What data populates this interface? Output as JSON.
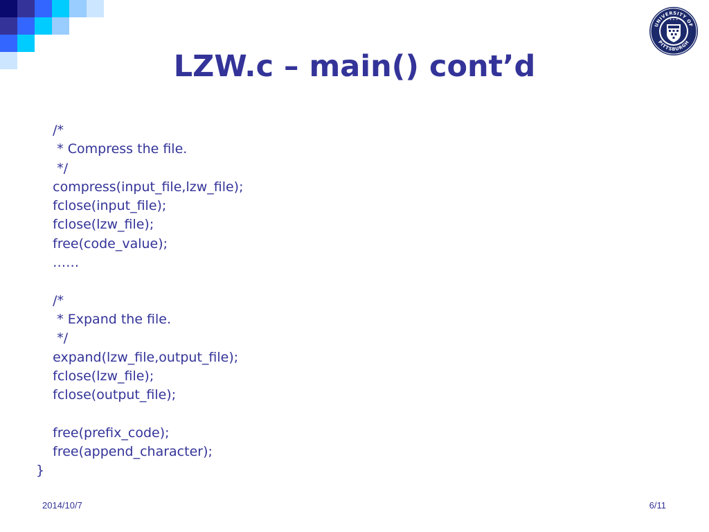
{
  "slide": {
    "title": "LZW.c – main() cont’d",
    "code_lines": [
      "    /*",
      "     * Compress the file.",
      "     */",
      "    compress(input_file,lzw_file);",
      "    fclose(input_file);",
      "    fclose(lzw_file);",
      "    free(code_value);",
      "    ……",
      "",
      "    /*",
      "     * Expand the file.",
      "     */",
      "    expand(lzw_file,output_file);",
      "    fclose(lzw_file);",
      "    fclose(output_file);",
      "",
      "    free(prefix_code);",
      "    free(append_character);",
      "}"
    ],
    "footer": {
      "date": "2014/10/7",
      "page": "6/11"
    },
    "logo": {
      "icon": "university-of-pittsburgh-seal-icon",
      "text_top": "UNIVERSITY OF",
      "text_bottom": "PITTSBURGH"
    }
  },
  "colors": {
    "title": "#333399",
    "text": "#333399",
    "deco_dark": "#333399",
    "deco_blue": "#3366ff",
    "deco_cyan": "#00ccff",
    "deco_light": "#99ccff",
    "deco_pale": "#cce6ff"
  }
}
